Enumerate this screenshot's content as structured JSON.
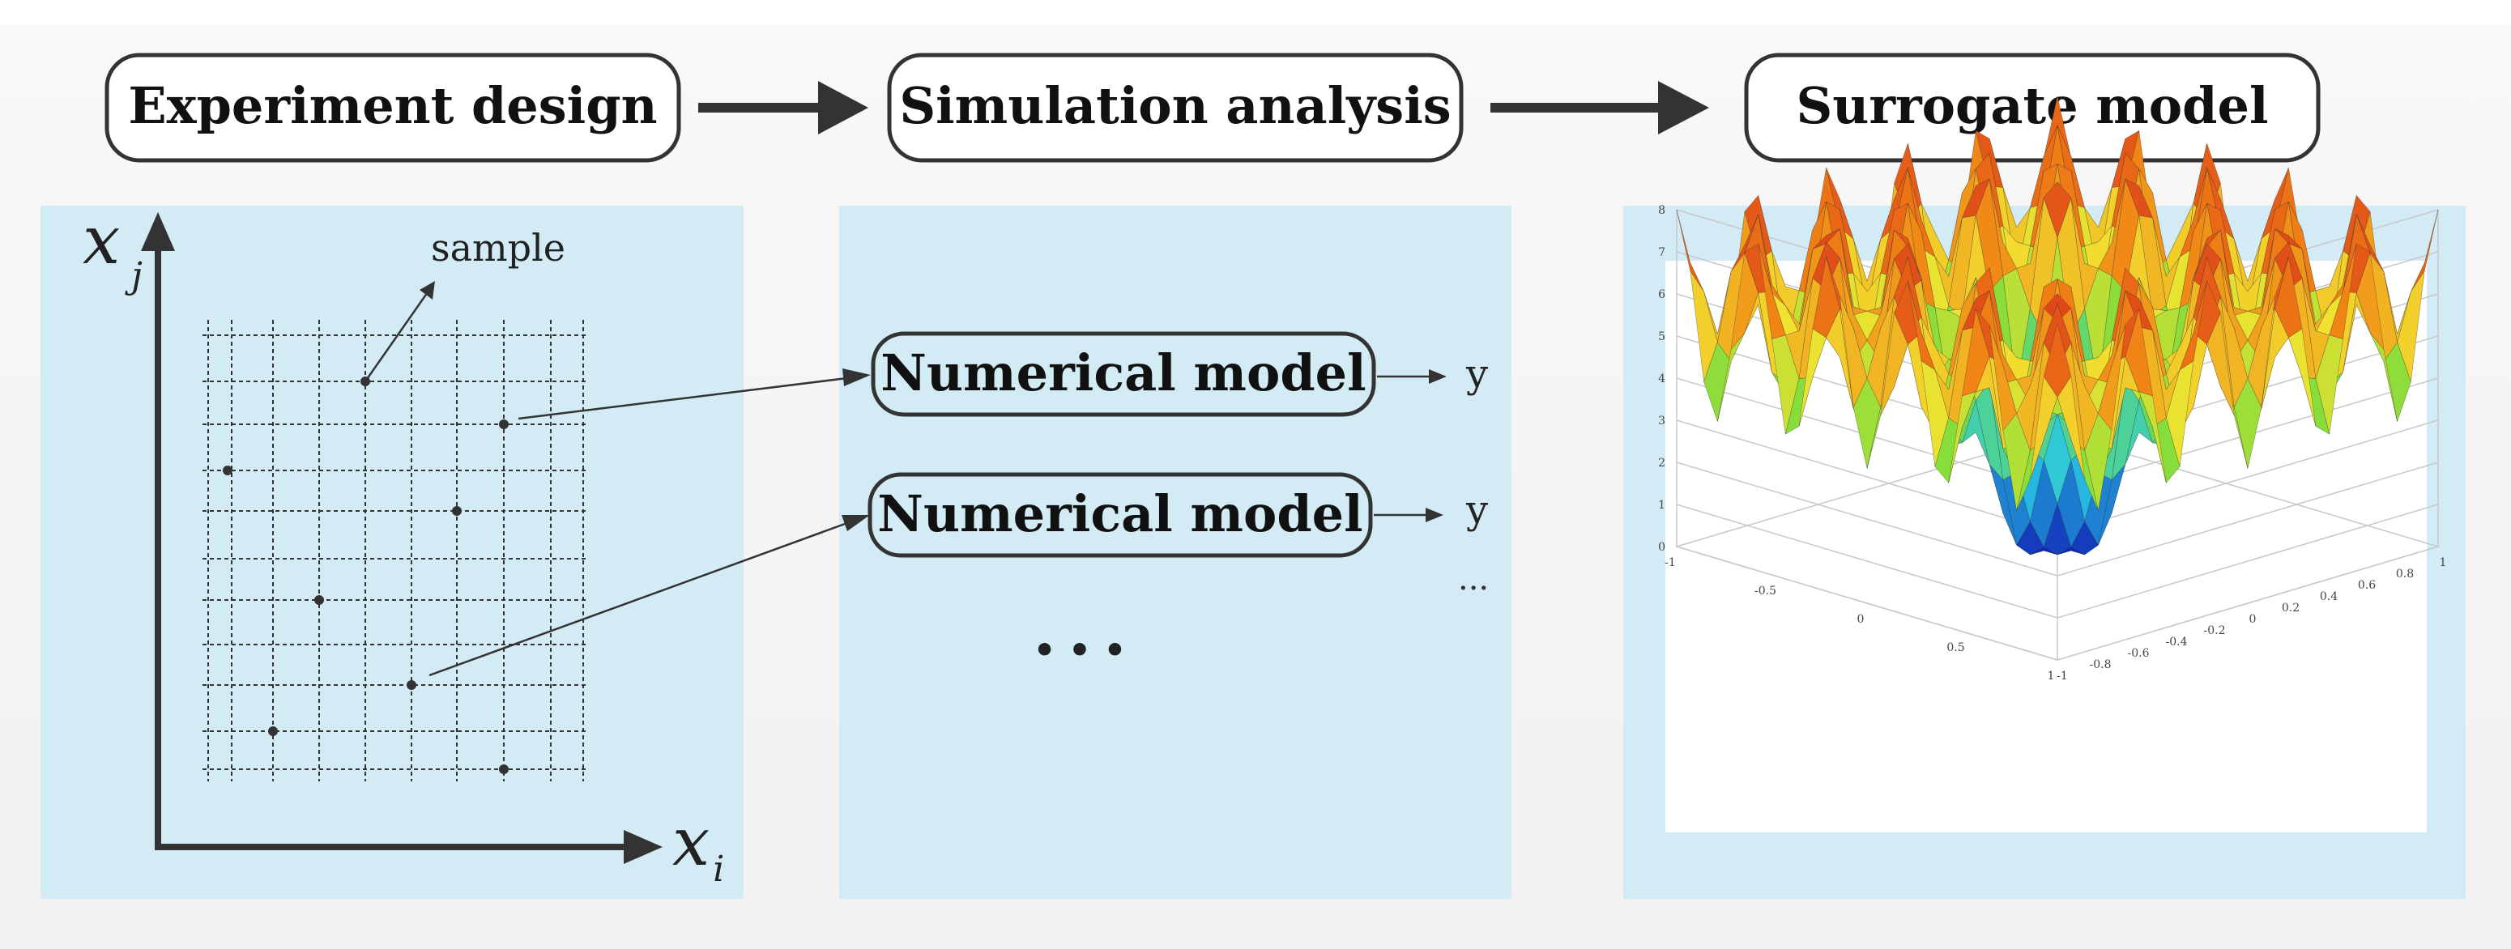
{
  "steps": [
    {
      "label": "Experiment design"
    },
    {
      "label": "Simulation analysis"
    },
    {
      "label": "Surrogate model"
    }
  ],
  "experiment": {
    "axis_y_symbol": "x",
    "axis_y_subscript": "j",
    "axis_x_symbol": "x",
    "axis_x_subscript": "i",
    "sample_label": "sample"
  },
  "simulation": {
    "models": [
      {
        "label": "Numerical model",
        "output": "y"
      },
      {
        "label": "Numerical model",
        "output": "y"
      }
    ],
    "small_ellipsis": "...",
    "ellipsis": "• • •"
  },
  "surrogate": {
    "z_ticks": [
      "0",
      "1",
      "2",
      "3",
      "4",
      "5",
      "6",
      "7",
      "8"
    ],
    "left_ticks": [
      "1",
      "0.5",
      "0",
      "-0.5",
      "-1"
    ],
    "right_ticks": [
      "-1",
      "-0.8",
      "-0.6",
      "-0.4",
      "-0.2",
      "0",
      "0.2",
      "0.4",
      "0.6",
      "0.8",
      "1"
    ]
  },
  "colors": {
    "background": "#f5f5f5",
    "panel": "#d3ebf5",
    "stroke": "#333333",
    "surface_low": "#1f4fd6",
    "surface_mid": "#f2e230",
    "surface_high": "#d81e1e"
  }
}
